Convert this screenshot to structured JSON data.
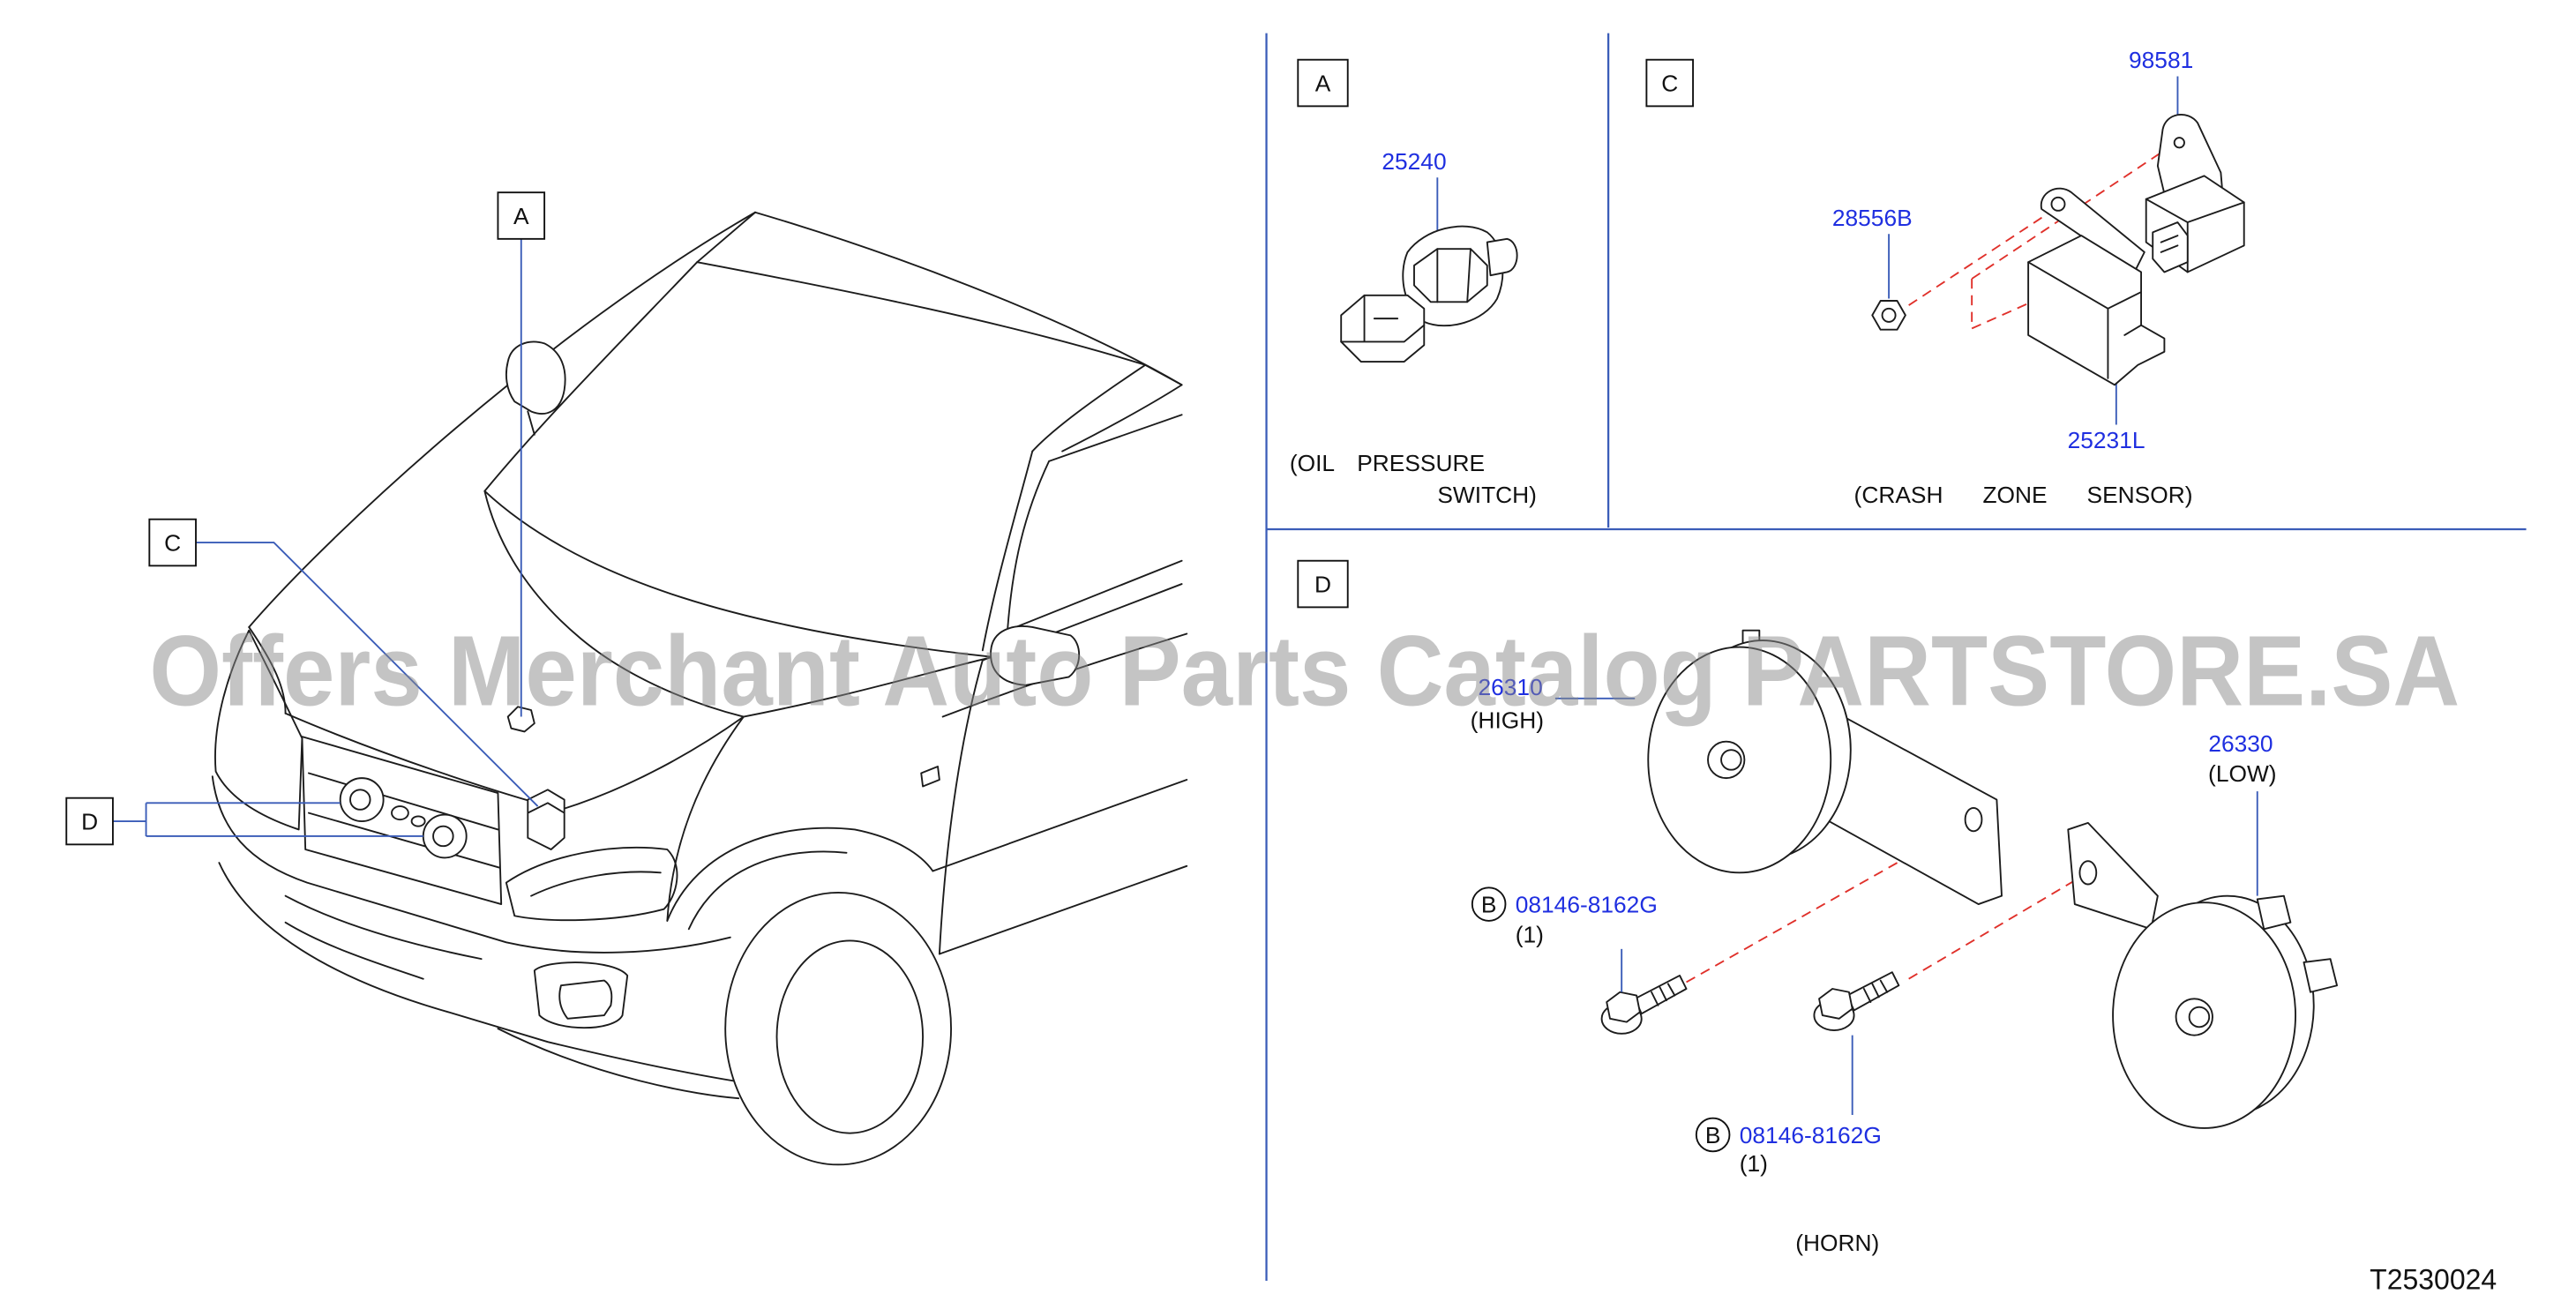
{
  "watermark": "Offers Merchant Auto Parts Catalog PARTSTORE.SA",
  "diagram_code": "T2530024",
  "overview": {
    "callouts": {
      "a": "A",
      "c": "C",
      "d": "D"
    }
  },
  "panels": {
    "a": {
      "label": "A",
      "part_number": "25240",
      "caption_line1": "(OIL PRESSURE",
      "caption_line2": "SWITCH)"
    },
    "c": {
      "label": "C",
      "parts": {
        "bracket": "98581",
        "nut": "28556B",
        "sensor": "25231L"
      },
      "caption": "(CRASH ZONE SENSOR)"
    },
    "d": {
      "label": "D",
      "horn_high": {
        "part_number": "26310",
        "note": "(HIGH)"
      },
      "horn_low": {
        "part_number": "26330",
        "note": "(LOW)"
      },
      "bolts": [
        {
          "marker": "B",
          "part_number": "08146-8162G",
          "qty": "(1)"
        },
        {
          "marker": "B",
          "part_number": "08146-8162G",
          "qty": "(1)"
        }
      ],
      "caption": "(HORN)"
    }
  },
  "colors": {
    "part_number": "#1f2fe0",
    "leader": "#3a5cb8",
    "dashed_guide": "#e0302a",
    "watermark": "#8a8a8a"
  }
}
